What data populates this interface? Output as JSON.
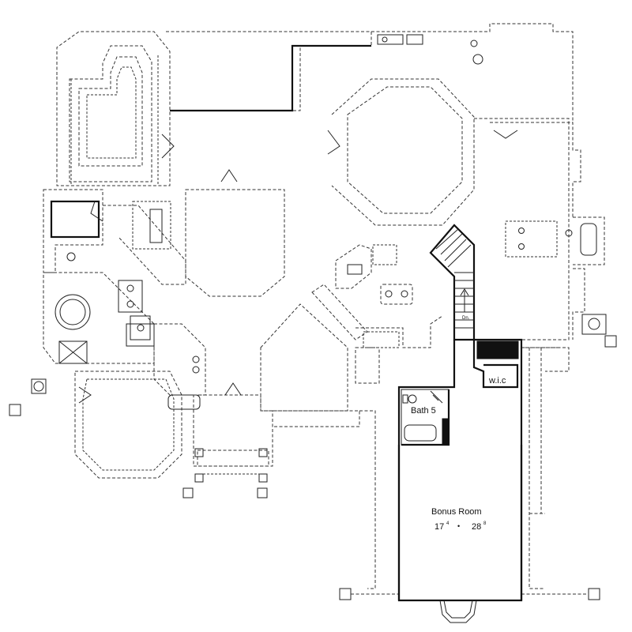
{
  "plan": {
    "rooms": {
      "bonus_room": {
        "name": "Bonus Room",
        "dim_w": "17",
        "dim_w_in": "4",
        "dot": "•",
        "dim_l": "28",
        "dim_l_in": "8"
      },
      "bath": {
        "name": "Bath 5"
      },
      "closet": {
        "name": "w.i.c"
      }
    },
    "stair_label": "Dn."
  }
}
